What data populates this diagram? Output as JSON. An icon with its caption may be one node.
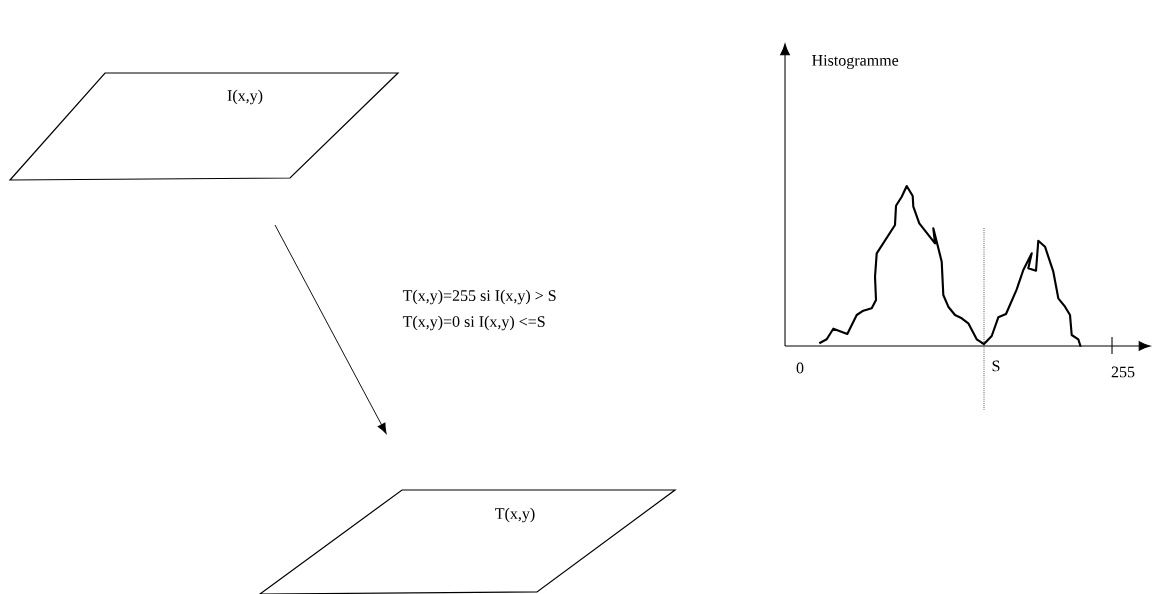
{
  "diagram": {
    "nodes": [
      {
        "text": [
          "I(x,y)"
        ]
      },
      {
        "text": [
          "T(x,y)"
        ]
      }
    ],
    "edges": [
      {
        "from": 0,
        "to": 1,
        "arrow": "to"
      }
    ],
    "labels": [
      "T(x,y)=255  si I(x,y) > S",
      "T(x,y)=0 si I(x,y) <=S",
      "Histogramme",
      "0",
      "S",
      "255"
    ]
  }
}
